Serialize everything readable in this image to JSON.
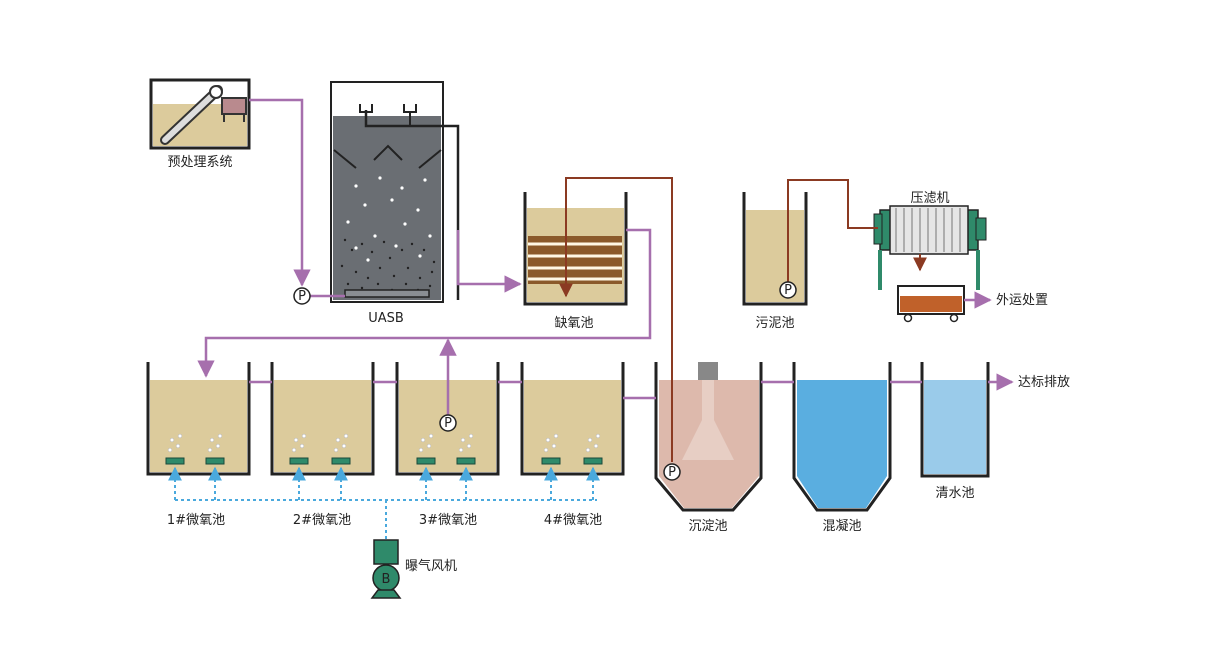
{
  "labels": {
    "pretreatment": "预处理系统",
    "uasb": "UASB",
    "anoxic": "缺氧池",
    "sludge_tank": "污泥池",
    "filter_press": "压滤机",
    "outsourcing": "外运处置",
    "micro1": "1#微氧池",
    "micro2": "2#微氧池",
    "micro3": "3#微氧池",
    "micro4": "4#微氧池",
    "sedimentation": "沉淀池",
    "coagulation": "混凝池",
    "clear_water": "清水池",
    "discharge": "达标排放",
    "blower": "曝气风机",
    "pump": "P",
    "blower_letter": "B"
  },
  "colors": {
    "liquid": "#dccb9c",
    "water_flow": "#a66fad",
    "sludge_flow": "#8b3a22",
    "air_flow": "#4aa9dd",
    "coag_water": "#5aaee0",
    "clear_water": "#9acbea",
    "sed_water": "#ddb9ac",
    "uasb_body": "#6a6e73",
    "equipment": "#2f8a6a",
    "cake": "#c0612a"
  }
}
